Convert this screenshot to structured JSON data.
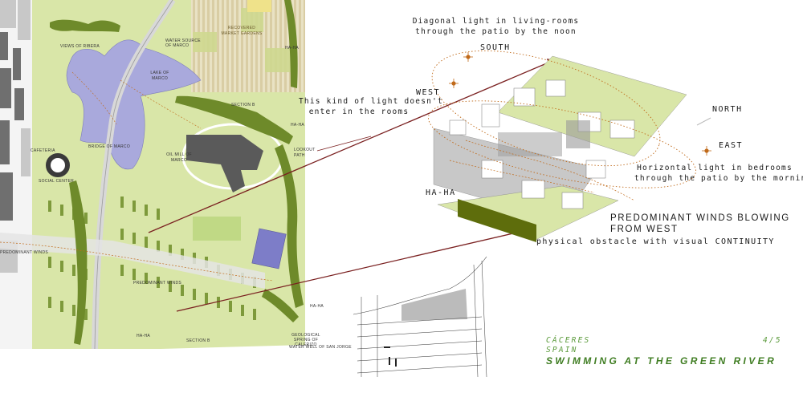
{
  "plan_labels": {
    "views_of_ribera": "VIEWS OF RIBERA",
    "water_source": "WATER SOURCE OF MARCO",
    "recovered_market_gardens": "RECOVERED MARKET GARDENS",
    "lake_of_marco": "LAKE OF MARCO",
    "section_b_upper": "SECTION B",
    "ha_ha_top": "HA-HA",
    "ha_ha_mid": "HA-HA",
    "bridge_of_marco": "BRIDGE OF MARCO",
    "oil_mill": "OIL MILL OF MARCO",
    "lookout_path": "LOOKOUT PATH",
    "cafeteria": "CAFETERIA",
    "social_center": "SOCIAL CENTER",
    "predominant_winds_left": "PREDOMINANT WINDS",
    "predominant_winds_center": "PREDOMINANT WINDS",
    "ha_ha_bottom_right": "HA-HA",
    "ha_ha_bottom_left": "HA-HA",
    "section_b_lower": "SECTION B",
    "geological_spring": "GEOLOGICAL SPRING OF CALERIZO",
    "water_well": "WATER WELL OF SAN JORGE"
  },
  "annotations": {
    "diagonal_light_1": "Diagonal light in living-rooms",
    "diagonal_light_2": "through the patio by the noon",
    "south": "SOUTH",
    "west": "WEST",
    "kind_of_light_1": "This kind of light doesn't",
    "kind_of_light_2": "enter in the rooms",
    "north": "NORTH",
    "east": "EAST",
    "horizontal_light_1": "Horizontal light in bedrooms",
    "horizontal_light_2": "through the patio by the morning",
    "ha_ha": "HA-HA",
    "winds_1": "PREDOMINANT WINDS BLOWING",
    "winds_2": "FROM WEST",
    "obstacle": "physical obstacle with visual CONTINUITY"
  },
  "title_block": {
    "city": "CÁCERES",
    "country": "SPAIN",
    "page": "4/5",
    "project": "SWIMMING AT THE GREEN RIVER"
  },
  "colors": {
    "lawn": "#d9e6a8",
    "lake": "#a9a9dc",
    "trees": "#6e8a2a",
    "building": "#5a5a5a",
    "accent_green": "#3f7d22",
    "arrow": "#7a2020",
    "sun_path": "#c06a1a"
  }
}
